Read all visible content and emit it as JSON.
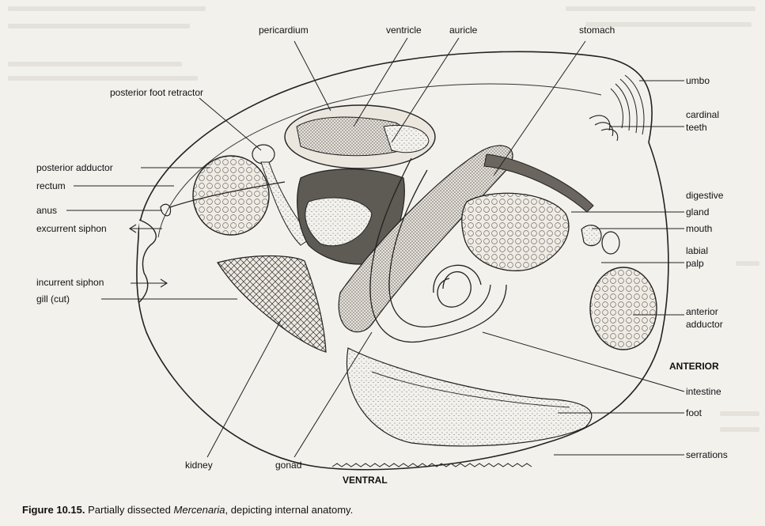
{
  "labels": {
    "pericardium": "pericardium",
    "ventricle": "ventricle",
    "auricle": "auricle",
    "stomach": "stomach",
    "umbo": "umbo",
    "cardinal_teeth_line1": "cardinal",
    "cardinal_teeth_line2": "teeth",
    "posterior_foot_retractor": "posterior foot retractor",
    "posterior_adductor": "posterior adductor",
    "rectum": "rectum",
    "anus": "anus",
    "excurrent_siphon": "excurrent siphon",
    "incurrent_siphon": "incurrent siphon",
    "gill_cut": "gill (cut)",
    "digestive_gland_line1": "digestive",
    "digestive_gland_line2": "gland",
    "mouth": "mouth",
    "labial_palp_line1": "labial",
    "labial_palp_line2": "palp",
    "anterior_adductor_line1": "anterior",
    "anterior_adductor_line2": "adductor",
    "anterior": "ANTERIOR",
    "intestine": "intestine",
    "foot": "foot",
    "serrations": "serrations",
    "kidney": "kidney",
    "gonad": "gonad",
    "ventral": "VENTRAL"
  },
  "caption": {
    "figure_number": "Figure 10.15.",
    "text_before": "Partially dissected",
    "species": "Mercenaria",
    "text_after": ", depicting internal anatomy."
  },
  "colors": {
    "ink": "#111111",
    "paper": "#f3f1ec"
  }
}
